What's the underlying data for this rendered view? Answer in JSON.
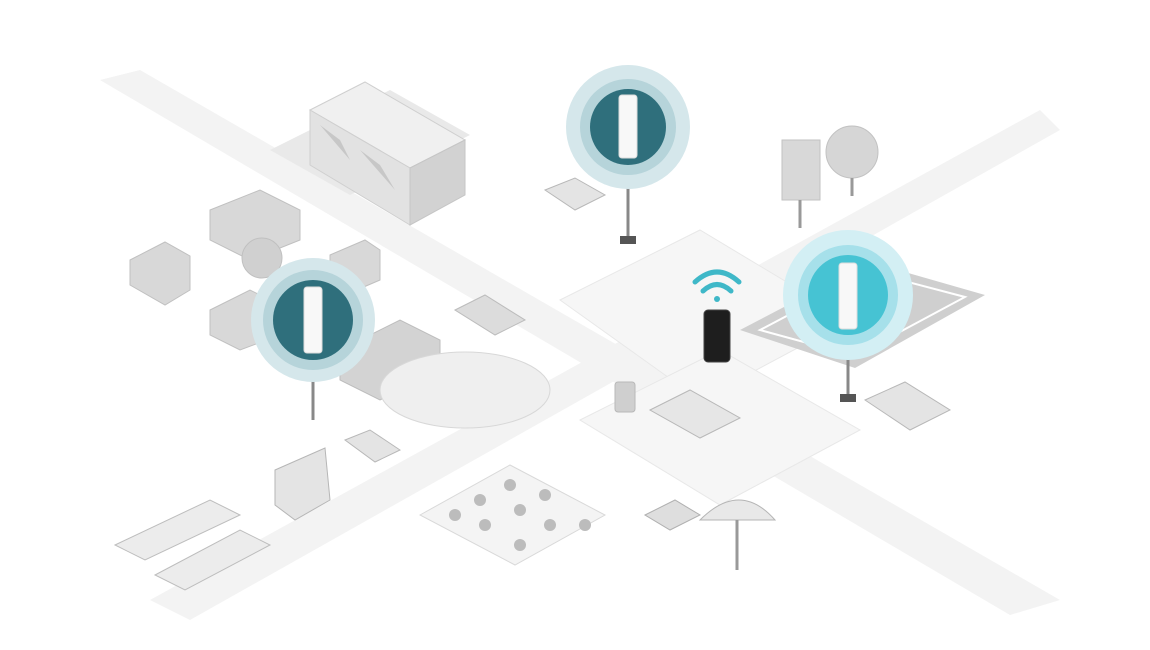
{
  "scene": {
    "description_icons": [
      "access-point-icon",
      "smartphone-icon",
      "wifi-icon",
      "tree-icon",
      "bench-icon",
      "building-icon",
      "fountain-icon",
      "umbrella-icon"
    ],
    "colors": {
      "background": "#ffffff",
      "road": "#f2f2f2",
      "road_edge": "#e6e6e6",
      "object_light": "#ececec",
      "object_mid": "#d4d4d4",
      "object_dark": "#b9b9b9",
      "ap_dark_teal": "#2f6f7c",
      "ap_dark_halo": "#d5e7eb",
      "ap_cyan": "#46c3d3",
      "ap_cyan_halo": "#d3eff4",
      "wifi": "#3fb8c8",
      "phone": "#1e1e1e"
    },
    "access_points": [
      {
        "name": "top",
        "style": "dark"
      },
      {
        "name": "left",
        "style": "dark"
      },
      {
        "name": "right",
        "style": "cyan"
      }
    ]
  }
}
